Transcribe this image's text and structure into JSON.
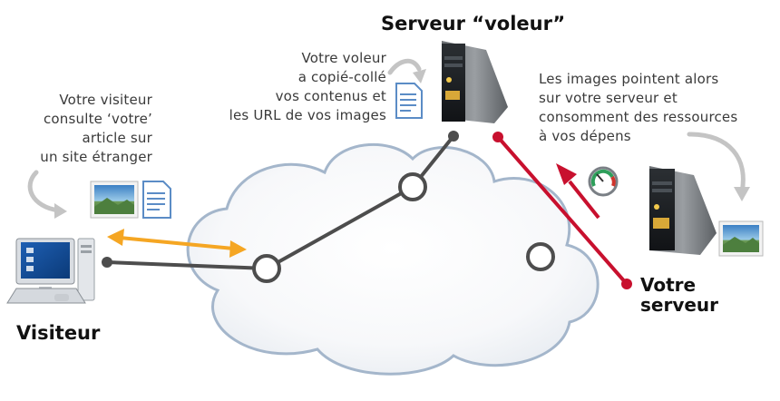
{
  "title_thief_server": "Serveur “voleur”",
  "label_visitor": "Visiteur",
  "label_your_server": [
    "Votre",
    "serveur"
  ],
  "note_visitor": [
    "Votre visiteur",
    "consulte ‘votre’",
    "article sur",
    "un site étranger"
  ],
  "note_thief": [
    "Votre voleur",
    "a copié-collé",
    "vos contenus et",
    "les URL de vos images"
  ],
  "note_images": [
    "Les images pointent alors",
    "sur votre serveur et",
    "consomment des ressources",
    "à vos dépens"
  ],
  "colors": {
    "red_link": "#c8102e",
    "grey_link": "#4d4d4d",
    "orange_arrow": "#f5a623",
    "cloud_stroke": "#9fb2c8",
    "node_fill": "#ffffff"
  },
  "icons": [
    "computer-icon",
    "server-icon",
    "image-icon",
    "document-icon",
    "gauge-icon",
    "curved-arrow-icon"
  ]
}
